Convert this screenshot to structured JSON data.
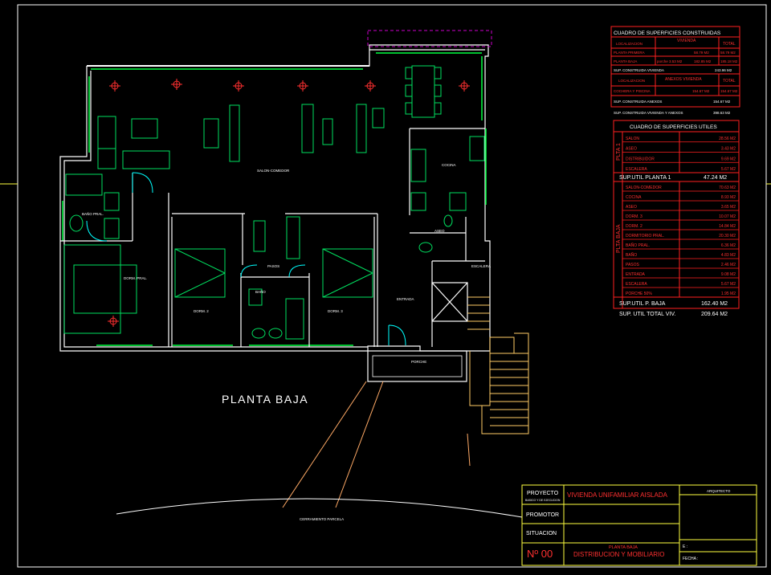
{
  "colors": {
    "background": "#000000",
    "walls": "#ffffff",
    "window": "#00ff40",
    "furniture": "#00e060",
    "door": "#00ffff",
    "table_line": "#ff2020",
    "table_text": "#ffffff",
    "title_block": "#ffff40",
    "title_red": "#ff3030",
    "stair": "#ffcc66",
    "parcel": "#ffaa66",
    "canopy": "#cc00cc"
  },
  "plan": {
    "title": "PLANTA BAJA",
    "rooms": {
      "salon": "SALON-COMEDOR",
      "cocina": "COCINA",
      "bano_pral": "BAÑO PRAL.",
      "dorm_pral": "DORM. PRAL.",
      "dorm2": "DORM. 2",
      "dorm3": "DORM. 3",
      "pasos": "PASOS",
      "bano": "BAÑO",
      "aseo": "ASEO",
      "entrada": "ENTRADA",
      "escalera": "ESCALERA",
      "porche": "PORCHE",
      "cerramiento": "CERRAMIENTO PARCELA"
    }
  },
  "constructed": {
    "title": "CUADRO DE SUPERFICIES CONSTRUIDAS",
    "header": {
      "loc": "LOCALIZACION",
      "viv": "VIVIENDA",
      "total": "TOTAL"
    },
    "rows": [
      {
        "label": "PLANTA PRIMERA",
        "a": "",
        "b": "58.79 M2",
        "total": "58.79 M2"
      },
      {
        "label": "PLANTA BAJA",
        "a": "porche 3.53 M2",
        "b": "182.85 M2",
        "total": "185.18 M2"
      }
    ],
    "sup_viv": {
      "label": "SUP. CONSTRUIDA VIVIENDA",
      "value": "243.96 M2"
    },
    "header2": {
      "loc": "LOCALIZACION",
      "anexos": "ANEXOS VIVIENDA",
      "total": "TOTAL"
    },
    "row2": {
      "label": "COCHERA Y PISCINA",
      "b": "154.67 M2",
      "total": "154.67 M2"
    },
    "sup_anexos": {
      "label": "SUP. CONSTRUIDA ANEXOS",
      "value": "154.67 M2"
    },
    "sup_total": {
      "label": "SUP. CONSTRUIDA VIVIENDA Y ANEXOS",
      "value": "398.63 M2"
    }
  },
  "useful": {
    "title": "CUADRO DE SUPERFICIES UTILES",
    "group1": "PLTA 1",
    "group2": "PLTA BAJA",
    "p1_rows": [
      {
        "label": "SALON",
        "value": "28.56 M2"
      },
      {
        "label": "ASEO",
        "value": "3.43 M2"
      },
      {
        "label": "DISTRIBUIDOR",
        "value": "9.69 M2"
      },
      {
        "label": "ESCALERA",
        "value": "5.67 M2"
      }
    ],
    "p1_total": {
      "label": "SUP.UTIL PLANTA 1",
      "value": "47.24 M2"
    },
    "pb_rows": [
      {
        "label": "SALON-COMEDOR",
        "value": "70.63 M2"
      },
      {
        "label": "COCINA",
        "value": "8.93 M2"
      },
      {
        "label": "ASEO",
        "value": "3.65 M2"
      },
      {
        "label": "DORM. 3",
        "value": "10.07 M2"
      },
      {
        "label": "DORM. 2",
        "value": "14.84 M2"
      },
      {
        "label": "DORMITORIO PRAL.",
        "value": "20.30 M2"
      },
      {
        "label": "BAÑO PRAL.",
        "value": "6.36 M2"
      },
      {
        "label": "BAÑO",
        "value": "4.83 M2"
      },
      {
        "label": "PASOS",
        "value": "2.46 M2"
      },
      {
        "label": "ENTRADA",
        "value": "9.08 M2"
      },
      {
        "label": "ESCALERA",
        "value": "5.67 M2"
      },
      {
        "label": "PORCHE 50%",
        "value": "1.95 M2"
      }
    ],
    "pb_total": {
      "label": "SUP.UTIL P. BAJA",
      "value": "162.40 M2"
    },
    "grand_total": {
      "label": "SUP. UTIL TOTAL VIV.",
      "value": "209.64 M2"
    }
  },
  "title_block": {
    "proyecto": "PROYECTO",
    "proyecto_sub": "BASICO Y DE EJECUCION",
    "proyecto_value": "VIVIENDA UNIFAMILIAR AISLADA",
    "promotor": "PROMOTOR",
    "situacion": "SITUACION",
    "number": "Nº 00",
    "sheet_1": "PLANTA BAJA",
    "sheet_2": "DISTRIBUCION Y MOBILIARIO",
    "arquitecto": "ARQUITECTO",
    "escala": "E :",
    "fecha": "FECHA :"
  }
}
